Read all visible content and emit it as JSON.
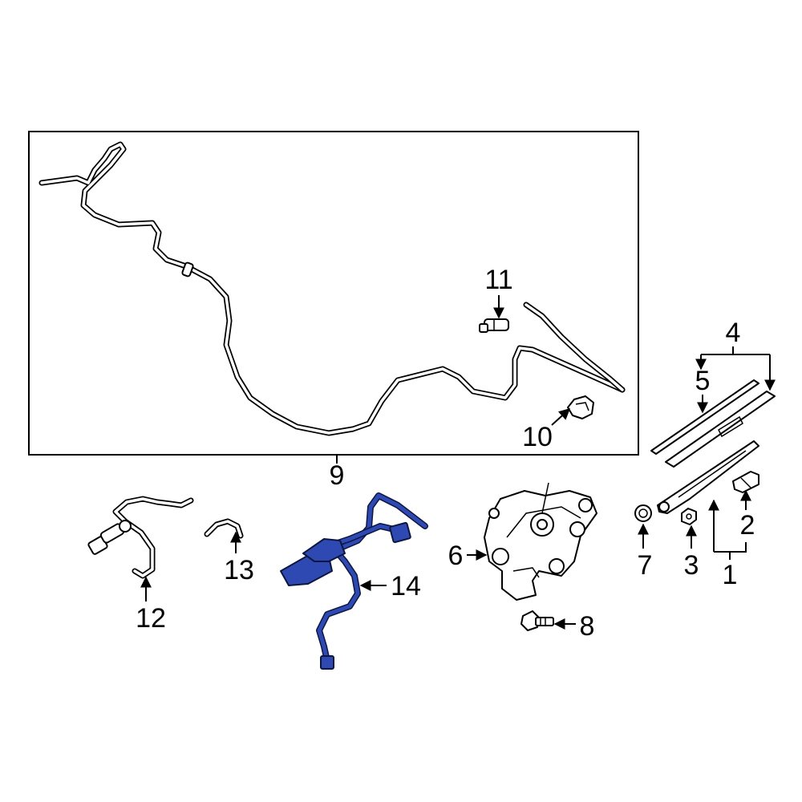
{
  "callouts": {
    "c1": "1",
    "c2": "2",
    "c3": "3",
    "c4": "4",
    "c5": "5",
    "c6": "6",
    "c7": "7",
    "c8": "8",
    "c9": "9",
    "c10": "10",
    "c11": "11",
    "c12": "12",
    "c13": "13",
    "c14": "14"
  },
  "colors": {
    "highlight": "#2f49b3",
    "highlight_outline": "#0d1640",
    "line": "#000000",
    "background": "#ffffff"
  }
}
